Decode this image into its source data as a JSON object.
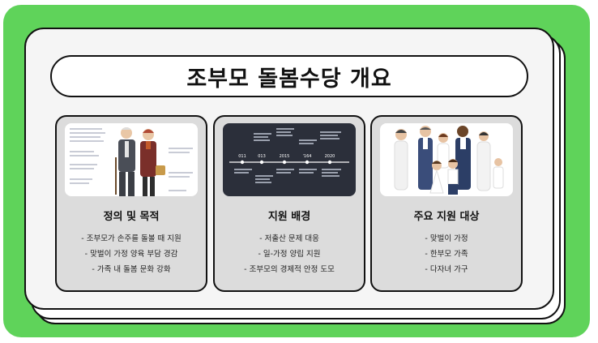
{
  "title": "조부모 돌봄수당 개요",
  "panels": [
    {
      "heading": "정의 및 목적",
      "items": [
        "조부모가 손주를 돌볼 때 지원",
        "맞벌이 가정 양육 부담 경감",
        "가족 내 돌봄 문화 강화"
      ],
      "image_icon": "elderly-couple-illustration"
    },
    {
      "heading": "지원 배경",
      "items": [
        "저출산 문제 대응",
        "일-가정 양립 지원",
        "조부모의 경제적 안정 도모"
      ],
      "image_icon": "timeline-infographic",
      "timeline_years": [
        "011",
        "013",
        "2015",
        "'164",
        "2020"
      ]
    },
    {
      "heading": "주요 지원 대상",
      "items": [
        "맞벌이 가정",
        "한부모 가족",
        "다자녀 가구"
      ],
      "image_icon": "family-group-illustration"
    }
  ],
  "colors": {
    "frame_green": "#5fd35a",
    "panel_gray": "#dcdcdc",
    "timeline_dark": "#2b2f3a"
  }
}
